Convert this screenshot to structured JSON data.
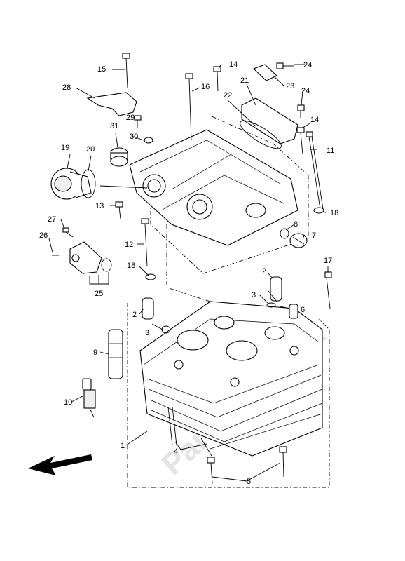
{
  "watermark": "PartsRepublik",
  "callouts": [
    {
      "id": "c1",
      "text": "1"
    },
    {
      "id": "c2a",
      "text": "2"
    },
    {
      "id": "c2b",
      "text": "2"
    },
    {
      "id": "c3a",
      "text": "3"
    },
    {
      "id": "c3b",
      "text": "3"
    },
    {
      "id": "c4",
      "text": "4"
    },
    {
      "id": "c5",
      "text": "5"
    },
    {
      "id": "c6",
      "text": "6"
    },
    {
      "id": "c7",
      "text": "7"
    },
    {
      "id": "c8",
      "text": "8"
    },
    {
      "id": "c9",
      "text": "9"
    },
    {
      "id": "c10",
      "text": "10"
    },
    {
      "id": "c11",
      "text": "11"
    },
    {
      "id": "c12",
      "text": "12"
    },
    {
      "id": "c13",
      "text": "13"
    },
    {
      "id": "c14a",
      "text": "14"
    },
    {
      "id": "c14b",
      "text": "14"
    },
    {
      "id": "c15",
      "text": "15"
    },
    {
      "id": "c16",
      "text": "16"
    },
    {
      "id": "c17",
      "text": "17"
    },
    {
      "id": "c18a",
      "text": "18"
    },
    {
      "id": "c18b",
      "text": "18"
    },
    {
      "id": "c19",
      "text": "19"
    },
    {
      "id": "c20",
      "text": "20"
    },
    {
      "id": "c21",
      "text": "21"
    },
    {
      "id": "c22",
      "text": "22"
    },
    {
      "id": "c23",
      "text": "23"
    },
    {
      "id": "c24a",
      "text": "24"
    },
    {
      "id": "c24b",
      "text": "24"
    },
    {
      "id": "c25",
      "text": "25"
    },
    {
      "id": "c26",
      "text": "26"
    },
    {
      "id": "c27",
      "text": "27"
    },
    {
      "id": "c28",
      "text": "28"
    },
    {
      "id": "c29",
      "text": "29"
    },
    {
      "id": "c30",
      "text": "30"
    },
    {
      "id": "c31",
      "text": "31"
    }
  ]
}
